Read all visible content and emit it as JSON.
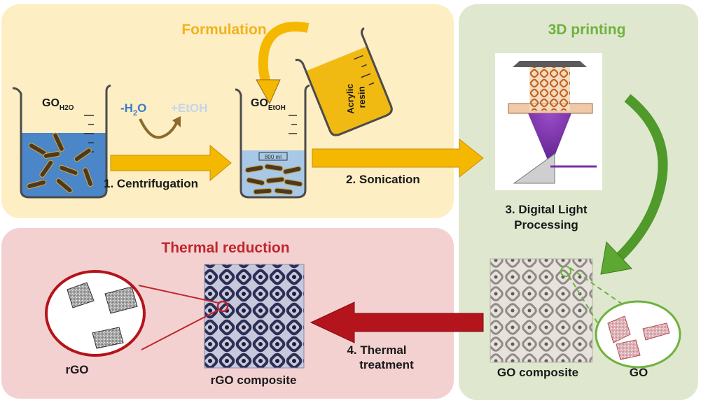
{
  "panels": {
    "formulation": {
      "title": "Formulation",
      "title_color": "#f2b21b",
      "bg": "#fdeec4"
    },
    "printing": {
      "title": "3D printing",
      "title_color": "#6eb23e",
      "bg": "#dfe8cf"
    },
    "thermal": {
      "title": "Thermal reduction",
      "title_color": "#c0262d",
      "bg": "#f4d1d1"
    }
  },
  "labels": {
    "go_h2o_main": "GO",
    "go_h2o_sub": "H2O",
    "minus_h2o_main": "-H",
    "minus_h2o_sub": "2",
    "minus_h2o_tail": "O",
    "plus_etoh": "+EtOH",
    "go_etoh_main": "GO",
    "go_etoh_sub": "EtOH",
    "beaker_volume": "800 ml",
    "resin_line1": "Acrylic",
    "resin_line2": "resin",
    "step1": "1. Centrifugation",
    "step2": "2. Sonication",
    "step3_line1": "3. Digital Light",
    "step3_line2": "Processing",
    "step4_line1": "4. Thermal",
    "step4_line2": "treatment",
    "go_composite": "GO composite",
    "go": "GO",
    "rgo_composite": "rGO composite",
    "rgo": "rGO"
  },
  "colors": {
    "arrow_yellow": "#f5b800",
    "arrow_green": "#4f9a2a",
    "arrow_red": "#b4141c",
    "water_blue": "#4a86c8",
    "ethanol_blue": "#a8c8e8",
    "resin_yellow": "#f0b400",
    "purple": "#7a2fa6",
    "minus_h2o_color": "#3d7cc9",
    "plus_etoh_color": "#c5d5e8"
  },
  "icons": [
    "beaker-water-icon",
    "beaker-ethanol-icon",
    "resin-beaker-icon",
    "dlp-printer-icon",
    "lattice-block-icon",
    "graphene-flake-icon"
  ]
}
